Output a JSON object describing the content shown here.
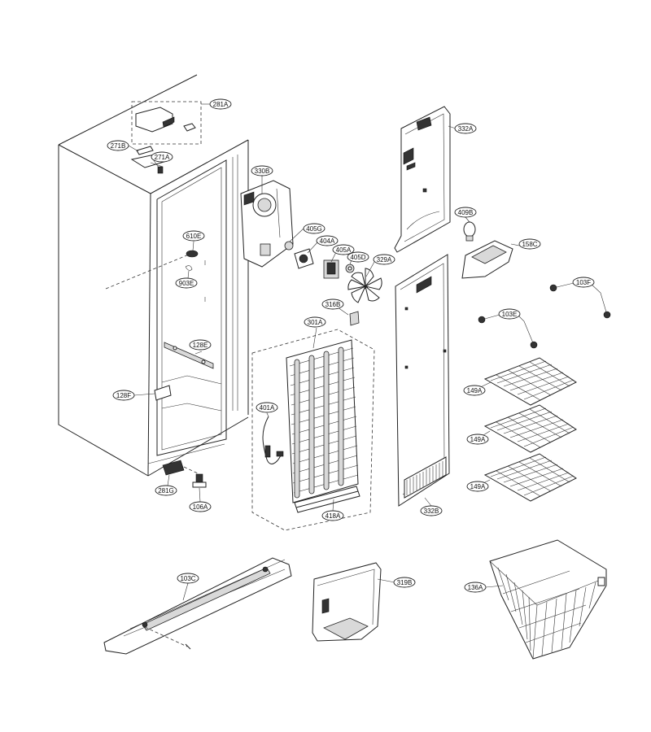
{
  "callouts": [
    {
      "id": "281A",
      "label": "281A"
    },
    {
      "id": "271B",
      "label": "271B"
    },
    {
      "id": "271A",
      "label": "271A"
    },
    {
      "id": "330B",
      "label": "330B"
    },
    {
      "id": "332A",
      "label": "332A"
    },
    {
      "id": "610E",
      "label": "610E"
    },
    {
      "id": "405G",
      "label": "405G"
    },
    {
      "id": "404A",
      "label": "404A"
    },
    {
      "id": "405A",
      "label": "405A"
    },
    {
      "id": "405D",
      "label": "405D"
    },
    {
      "id": "409B",
      "label": "409B"
    },
    {
      "id": "158C",
      "label": "158C"
    },
    {
      "id": "329A",
      "label": "329A"
    },
    {
      "id": "903E",
      "label": "903E"
    },
    {
      "id": "103F",
      "label": "103F"
    },
    {
      "id": "316B",
      "label": "316B"
    },
    {
      "id": "301A",
      "label": "301A"
    },
    {
      "id": "103E",
      "label": "103E"
    },
    {
      "id": "128E",
      "label": "128E"
    },
    {
      "id": "128F",
      "label": "128F"
    },
    {
      "id": "149A_1",
      "label": "149A"
    },
    {
      "id": "401A",
      "label": "401A"
    },
    {
      "id": "149A_2",
      "label": "149A"
    },
    {
      "id": "281G",
      "label": "281G"
    },
    {
      "id": "149A_3",
      "label": "149A"
    },
    {
      "id": "106A",
      "label": "106A"
    },
    {
      "id": "418A",
      "label": "418A"
    },
    {
      "id": "332B",
      "label": "332B"
    },
    {
      "id": "103C",
      "label": "103C"
    },
    {
      "id": "319B",
      "label": "319B"
    },
    {
      "id": "136A",
      "label": "136A"
    }
  ]
}
